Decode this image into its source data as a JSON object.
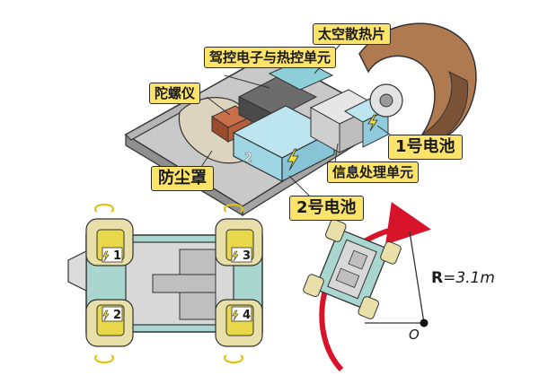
{
  "labels": {
    "solar_panel": "太空散热片",
    "nav_control": "驾控电子与热控单元",
    "gyroscope": "陀螺仪",
    "battery_1": "1号电池",
    "dust_cover": "防尘罩",
    "info_processing": "信息处理单元",
    "battery_2": "2号电池"
  },
  "wheel_numbers": [
    "1",
    "2",
    "3",
    "4"
  ],
  "turn": {
    "radius_label": "R",
    "radius_value": "=3.1m",
    "center_label": "O"
  },
  "colors": {
    "callout_bg": "#fce36a",
    "body_teal": "#a9d6cf",
    "wheel_yellow": "#e8d84a",
    "arrow_red": "#d7142a",
    "shell_brown": "#b07a50"
  }
}
